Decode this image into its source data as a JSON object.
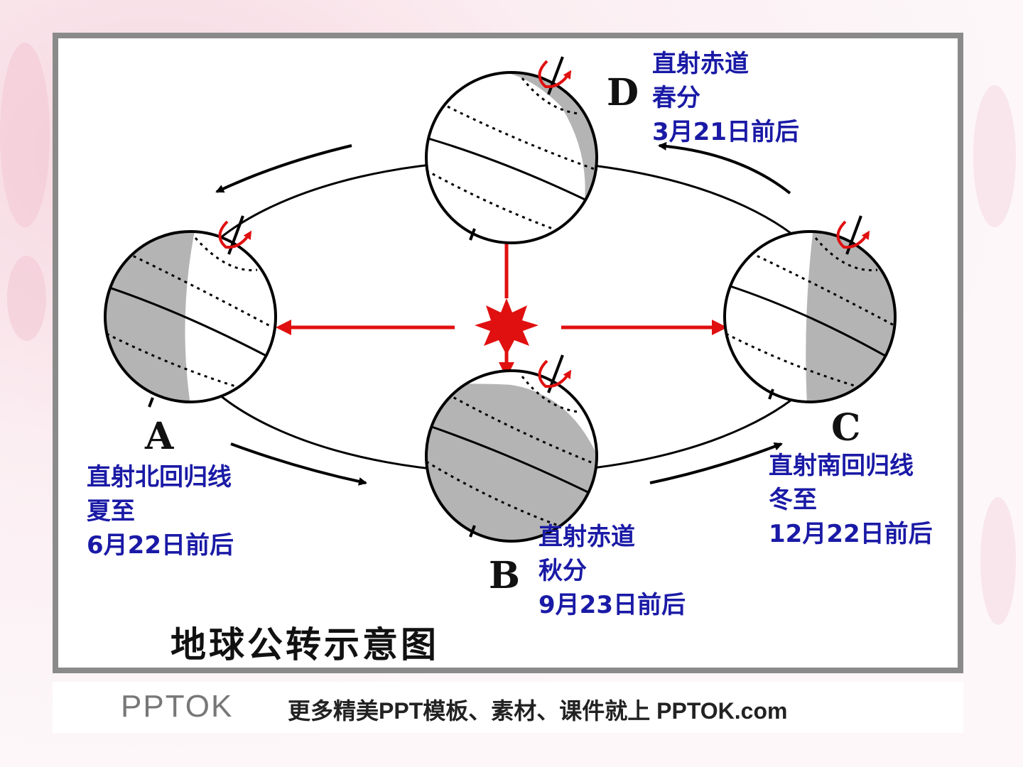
{
  "title": "地球公转示意图",
  "positions": {
    "A": {
      "letter": "A",
      "line1": "直射北回归线",
      "line2": "夏至",
      "line3": "6月22日前后"
    },
    "B": {
      "letter": "B",
      "line1": "直射赤道",
      "line2": "秋分",
      "line3": "9月23日前后"
    },
    "C": {
      "letter": "C",
      "line1": "直射南回归线",
      "line2": "冬至",
      "line3": "12月22日前后"
    },
    "D": {
      "letter": "D",
      "line1": "直射赤道",
      "line2": "春分",
      "line3": "3月21日前后"
    }
  },
  "footer": {
    "logo": "PPTOK",
    "slogan": "更多精美PPT模板、素材、课件就上 PPTOK.com"
  },
  "colors": {
    "label_blue": "#1a1aa6",
    "sun_red": "#e01010",
    "night_gray": "#b4b4b4"
  }
}
